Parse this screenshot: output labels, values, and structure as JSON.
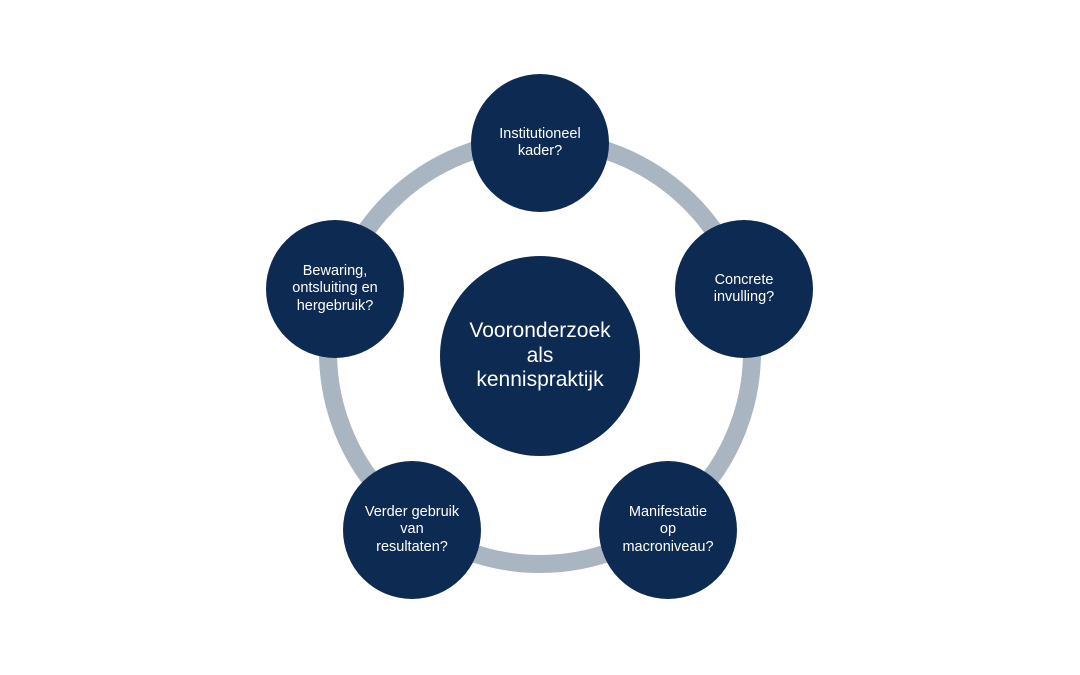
{
  "colors": {
    "node_fill": "#0c2a52",
    "ring": "#aab5c2",
    "text": "#ffffff",
    "background": "#ffffff"
  },
  "center": {
    "label": "Vooronderzoek\nals\nkennispraktijk"
  },
  "cycle": [
    {
      "label": "Institutioneel\nkader?"
    },
    {
      "label": "Concrete\ninvulling?"
    },
    {
      "label": "Manifestatie\nop\nmacroniveau?"
    },
    {
      "label": "Verder gebruik\nvan\nresultaten?"
    },
    {
      "label": "Bewaring,\nontsluiting en\nhergebruik?"
    }
  ]
}
